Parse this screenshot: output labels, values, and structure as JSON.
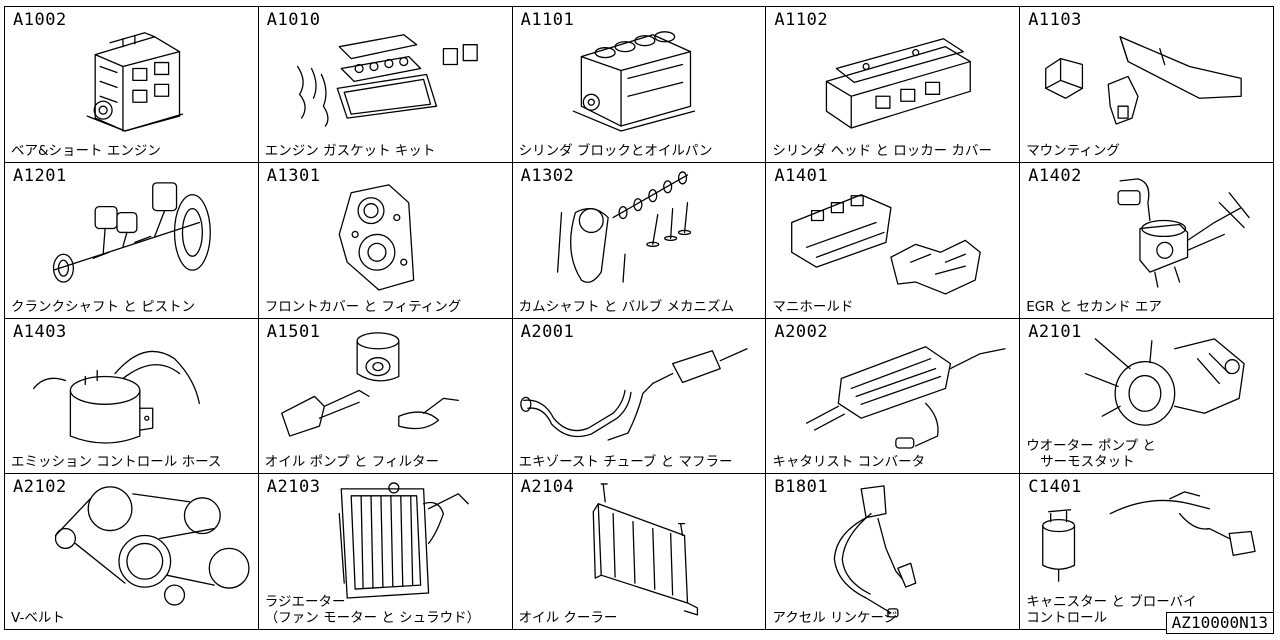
{
  "cells": [
    {
      "code": "A1002",
      "label": [
        "ベア&ショート エンジン"
      ]
    },
    {
      "code": "A1010",
      "label": [
        "エンジン ガスケット キット"
      ]
    },
    {
      "code": "A1101",
      "label": [
        "シリンダ ブロックとオイルパン"
      ]
    },
    {
      "code": "A1102",
      "label": [
        "シリンダ ヘッド と ロッカー カバー"
      ]
    },
    {
      "code": "A1103",
      "label": [
        "マウンティング"
      ]
    },
    {
      "code": "A1201",
      "label": [
        "クランクシャフト と ピストン"
      ]
    },
    {
      "code": "A1301",
      "label": [
        "フロントカバー と フィティング"
      ]
    },
    {
      "code": "A1302",
      "label": [
        "カムシャフト と バルブ メカニズム"
      ]
    },
    {
      "code": "A1401",
      "label": [
        "マニホールド"
      ]
    },
    {
      "code": "A1402",
      "label": [
        "EGR と セカンド エア"
      ]
    },
    {
      "code": "A1403",
      "label": [
        "エミッション コントロール ホース"
      ]
    },
    {
      "code": "A1501",
      "label": [
        "オイル ポンプ と フィルター"
      ]
    },
    {
      "code": "A2001",
      "label": [
        "エキゾースト チューブ と マフラー"
      ]
    },
    {
      "code": "A2002",
      "label": [
        "キャタリスト コンバータ"
      ]
    },
    {
      "code": "A2101",
      "label": [
        "ウオーター ポンプ と",
        "サーモスタット"
      ]
    },
    {
      "code": "A2102",
      "label": [
        "V-ベルト"
      ]
    },
    {
      "code": "A2103",
      "label": [
        "ラジエーター",
        "（ファン モーター と シュラウド）"
      ]
    },
    {
      "code": "A2104",
      "label": [
        "オイル クーラー"
      ]
    },
    {
      "code": "B1801",
      "label": [
        "アクセル リンケージ"
      ]
    },
    {
      "code": "C1401",
      "label": [
        "キャニスター と ブローバイ",
        "コントロール"
      ]
    }
  ],
  "footer": {
    "code": "AZ10000N13"
  }
}
